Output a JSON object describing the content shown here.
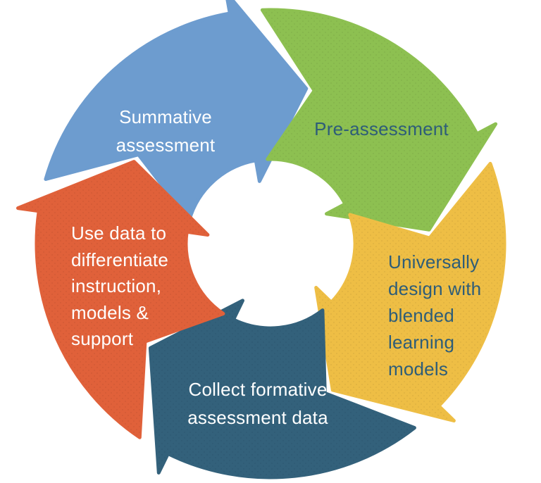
{
  "diagram": {
    "kind": "cycle",
    "direction": "clockwise",
    "background_color": "#ffffff",
    "separator_color": "#ffffff",
    "steps": [
      {
        "id": "summative-assessment",
        "label": "Summative assessment",
        "lines": [
          "Summative",
          "assessment"
        ],
        "color": "#6d9ccf",
        "text_color": "#ffffff",
        "textured": false
      },
      {
        "id": "pre-assessment",
        "label": "Pre-assessment",
        "lines": [
          "Pre-assessment"
        ],
        "color": "#8dc051",
        "text_color": "#2e5d78",
        "textured": true
      },
      {
        "id": "universally-design",
        "label": "Universally design with blended learning models",
        "lines": [
          "Universally",
          "design with",
          "blended",
          "learning",
          "models"
        ],
        "color": "#eebe45",
        "text_color": "#2e5d78",
        "textured": true
      },
      {
        "id": "collect-formative-data",
        "label": "Collect formative assessment data",
        "lines": [
          "Collect formative",
          "assessment data"
        ],
        "color": "#33617b",
        "text_color": "#ffffff",
        "textured": true
      },
      {
        "id": "use-data-differentiate",
        "label": "Use data to differentiate instruction, models & support",
        "lines": [
          "Use data to",
          "differentiate",
          "instruction,",
          "models &",
          "support"
        ],
        "color": "#e0613a",
        "text_color": "#ffffff",
        "textured": true
      }
    ]
  }
}
